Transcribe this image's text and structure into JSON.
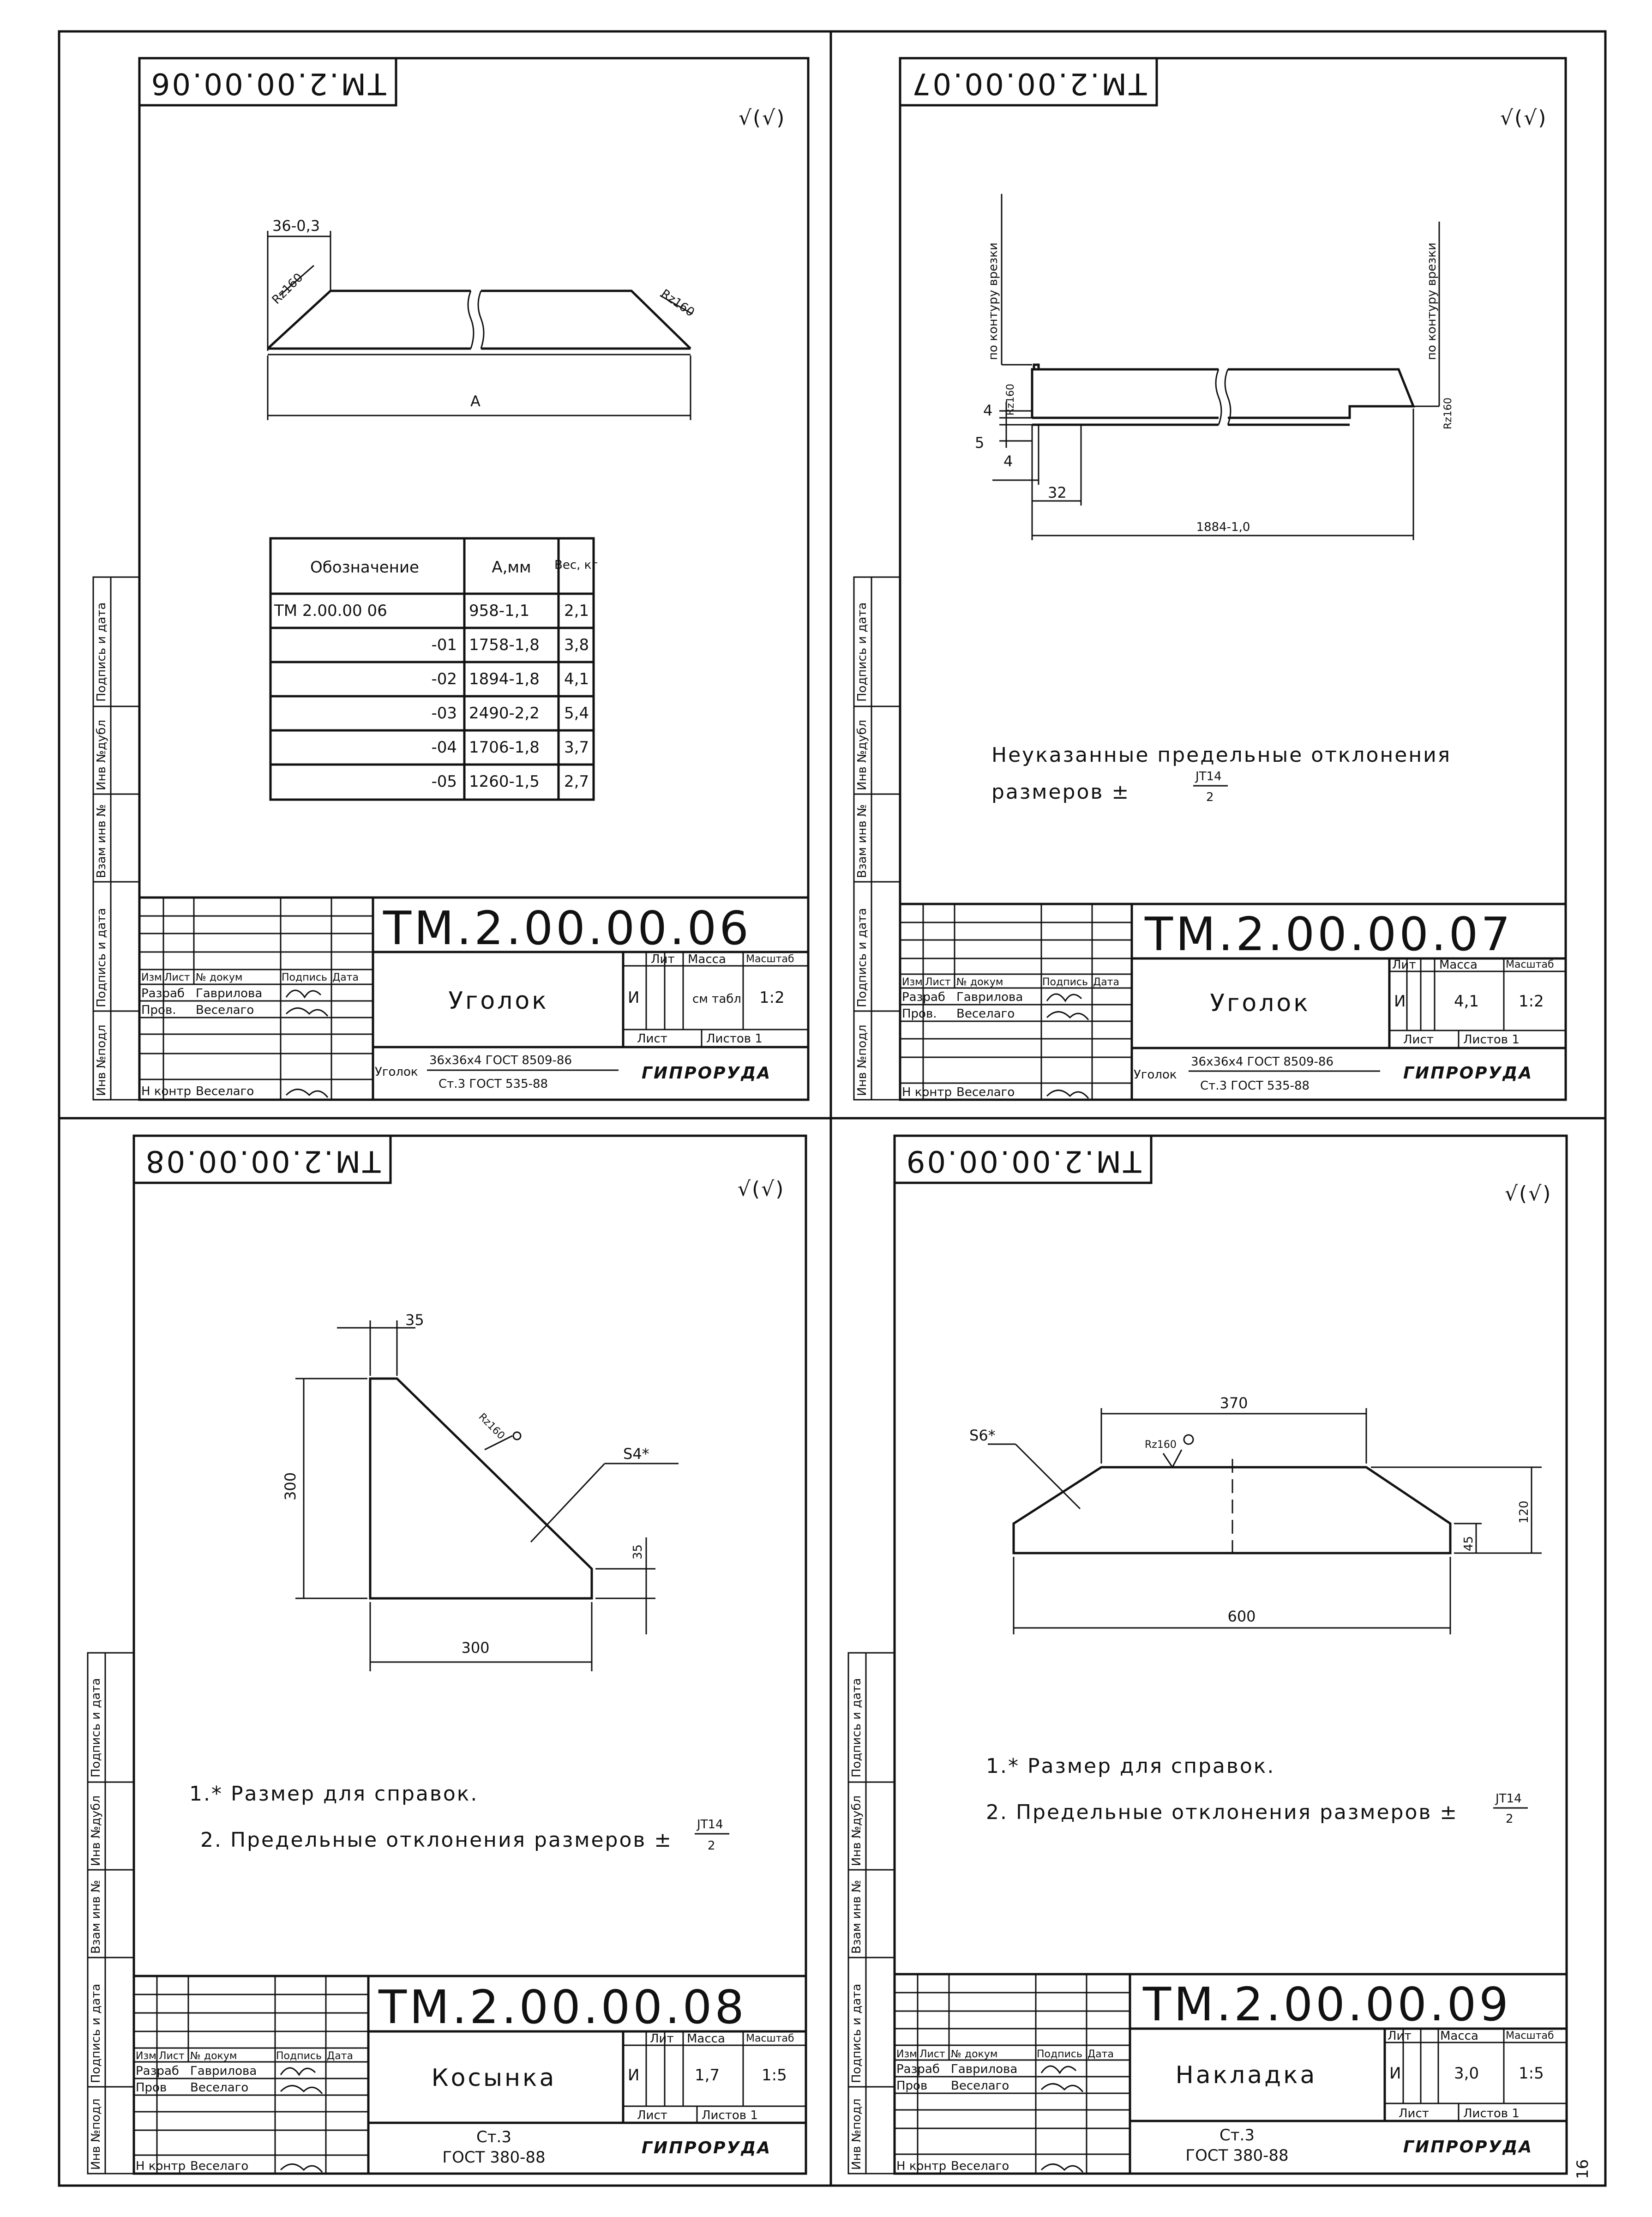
{
  "page_number": "16",
  "org": "ГИПРОРУДА",
  "surface_mark": "√(√)",
  "stamp_labels": {
    "izm": "Изм",
    "list": "Лист",
    "doc": "№ докум",
    "sign": "Подпись",
    "date": "Дата",
    "lit": "Лит",
    "massa": "Масса",
    "masshtab": "Масштаб",
    "list2": "Лист",
    "listov": "Листов 1"
  },
  "side_labels": [
    "Инв №подл",
    "Подпись и дата",
    "Взам инв №",
    "Инв №дубл",
    "Подпись и дата"
  ],
  "sheets": [
    {
      "code": "ТМ.2.00.00.06",
      "code_inverted": "ТМ.2.00.00.06",
      "title": "Уголок",
      "lit": "И",
      "mass": "см табл",
      "scale": "1:2",
      "material_prefix": "Уголок",
      "material_top": "36x36x4 ГОСТ 8509-86",
      "material_bottom": "Ст.3 ГОСТ 535-88",
      "people": {
        "razrab_role": "Разраб",
        "razrab": "Гаврилова",
        "prov_role": "Пров.",
        "prov": "Веселаго",
        "nkontr_role": "Н контр",
        "nkontr": "Веселаго"
      },
      "dims": {
        "chamfer": "36-0,3",
        "rough_l": "Rz160",
        "rough_r": "Rz160",
        "length": "A"
      },
      "table": {
        "headers": [
          "Обозначение",
          "A,мм",
          "Вес, кг"
        ],
        "rows": [
          [
            "ТМ 2.00.00 06",
            "958-1,1",
            "2,1"
          ],
          [
            "-01",
            "1758-1,8",
            "3,8"
          ],
          [
            "-02",
            "1894-1,8",
            "4,1"
          ],
          [
            "-03",
            "2490-2,2",
            "5,4"
          ],
          [
            "-04",
            "1706-1,8",
            "3,7"
          ],
          [
            "-05",
            "1260-1,5",
            "2,7"
          ]
        ]
      }
    },
    {
      "code": "ТМ.2.00.00.07",
      "code_inverted": "ТМ.2.00.00.07",
      "title": "Уголок",
      "lit": "И",
      "mass": "4,1",
      "scale": "1:2",
      "material_prefix": "Уголок",
      "material_top": "36x36x4 ГОСТ 8509-86",
      "material_bottom": "Ст.3 ГОСТ 535-88",
      "people": {
        "razrab_role": "Разраб",
        "razrab": "Гаврилова",
        "prov_role": "Пров.",
        "prov": "Веселаго",
        "nkontr_role": "Н контр",
        "nkontr": "Веселаго"
      },
      "dims": {
        "cut_left": "по контуру врезки",
        "cut_right": "по контуру врезки",
        "rough_l": "Rz160",
        "rough_r": "Rz160",
        "d4": "4",
        "d5": "5",
        "d4b": "4",
        "d32": "32",
        "length": "1884-1,0"
      },
      "notes": [
        "Неуказанные предельные отклонения",
        "размеров ±",
        "JT14",
        "2"
      ]
    },
    {
      "code": "ТМ.2.00.00.08",
      "code_inverted": "ТМ.2.00.00.08",
      "title": "Косынка",
      "lit": "И",
      "mass": "1,7",
      "scale": "1:5",
      "material_top": "Ст.3",
      "material_bottom": "ГОСТ 380-88",
      "people": {
        "razrab_role": "Разраб",
        "razrab": "Гаврилова",
        "prov_role": "Пров",
        "prov": "Веселаго",
        "nkontr_role": "Н контр",
        "nkontr": "Веселаго"
      },
      "dims": {
        "top": "35",
        "height": "300",
        "rough": "Rz160",
        "thickness": "S4*",
        "right": "35",
        "width": "300"
      },
      "notes": [
        "1.* Размер для справок.",
        "2. Предельные отклонения размеров ±",
        "JT14",
        "2"
      ]
    },
    {
      "code": "ТМ.2.00.00.09",
      "code_inverted": "ТМ.2.00.00.09",
      "title": "Накладка",
      "lit": "И",
      "mass": "3,0",
      "scale": "1:5",
      "material_top": "Ст.3",
      "material_bottom": "ГОСТ 380-88",
      "people": {
        "razrab_role": "Разраб",
        "razrab": "Гаврилова",
        "prov_role": "Пров",
        "prov": "Веселаго",
        "nkontr_role": "Н контр",
        "nkontr": "Веселаго"
      },
      "dims": {
        "top": "370",
        "rough": "Rz160",
        "thickness": "S6*",
        "h1": "120",
        "h2": "45",
        "width": "600"
      },
      "notes": [
        "1.* Размер для справок.",
        "2. Предельные отклонения размеров ±",
        "JT14",
        "2"
      ]
    }
  ]
}
